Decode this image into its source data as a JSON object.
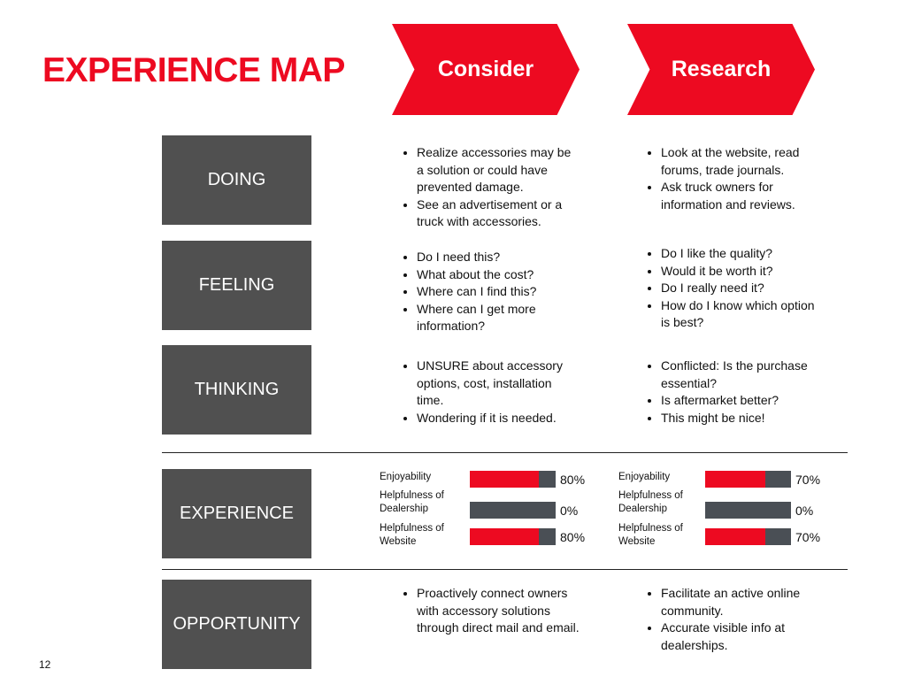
{
  "title": "EXPERIENCE MAP",
  "stages": [
    "Consider",
    "Research"
  ],
  "rows": {
    "doing": {
      "label": "DOING",
      "consider": [
        "Realize accessories may be a solution or could have prevented damage.",
        "See an advertisement or a truck with accessories."
      ],
      "research": [
        "Look at the website, read forums, trade journals.",
        "Ask truck owners for information and reviews."
      ]
    },
    "feeling": {
      "label": "FEELING",
      "consider": [
        "Do I need this?",
        "What about the cost?",
        "Where can I find this?",
        "Where can I get more information?"
      ],
      "research": [
        "Do I like the quality?",
        "Would it be worth it?",
        "Do I really need it?",
        "How do I know which option is best?"
      ]
    },
    "thinking": {
      "label": "THINKING",
      "consider": [
        "UNSURE about accessory options, cost, installation time.",
        "Wondering if it is needed."
      ],
      "research": [
        "Conflicted: Is the purchase essential?",
        "Is aftermarket better?",
        "This might be nice!"
      ]
    },
    "experience": {
      "label": "EXPERIENCE",
      "consider": [
        {
          "label": "Enjoyability",
          "value": 80,
          "text": "80%"
        },
        {
          "label": "Helpfulness of Dealership",
          "value": 0,
          "text": "0%"
        },
        {
          "label": "Helpfulness of Website",
          "value": 80,
          "text": "80%"
        }
      ],
      "research": [
        {
          "label": "Enjoyability",
          "value": 70,
          "text": "70%"
        },
        {
          "label": "Helpfulness of Dealership",
          "value": 0,
          "text": "0%"
        },
        {
          "label": "Helpfulness of Website",
          "value": 70,
          "text": "70%"
        }
      ]
    },
    "opportunity": {
      "label": "OPPORTUNITY",
      "consider": [
        "Proactively connect owners with accessory solutions through direct mail and email."
      ],
      "research": [
        "Facilitate an active online community.",
        "Accurate visible info at dealerships."
      ]
    }
  },
  "page_number": "12",
  "colors": {
    "accent": "#ED0A21",
    "box": "#505050",
    "bar_bg": "#4A4F55"
  }
}
